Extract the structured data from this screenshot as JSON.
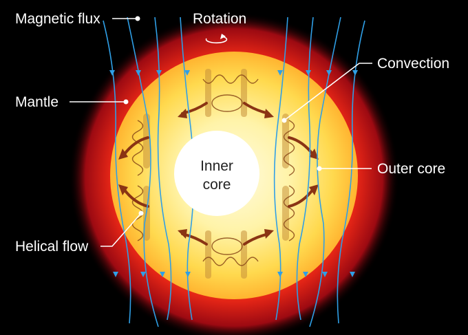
{
  "labels": {
    "magnetic_flux": "Magnetic flux",
    "rotation": "Rotation",
    "mantle": "Mantle",
    "convection": "Convection",
    "outer_core": "Outer core",
    "helical_flow": "Helical flow",
    "inner_core_line1": "Inner",
    "inner_core_line2": "core"
  },
  "colors": {
    "background": "#000000",
    "mantle_outer": "#c4101a",
    "mantle_mid": "#ff6a1a",
    "outer_core": "#ffe36b",
    "outer_core_center": "#fff6c9",
    "inner_core": "#ffffff",
    "flux_lines": "#2f9fe6",
    "convection_arrows": "#8a3414",
    "helical_flow": "#b8862a",
    "label_text": "#ffffff",
    "leader_lines": "#ffffff"
  }
}
